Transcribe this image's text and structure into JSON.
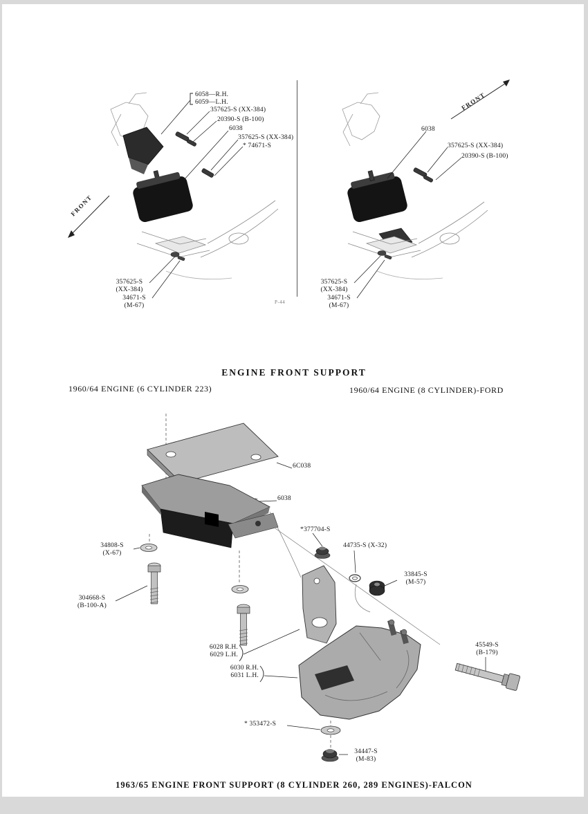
{
  "captions": {
    "title": "ENGINE FRONT SUPPORT",
    "six_cyl": "1960/64 ENGINE (6 CYLINDER 223)",
    "eight_cyl": "1960/64 ENGINE (8 CYLINDER)-FORD",
    "falcon": "1963/65 ENGINE FRONT SUPPORT (8 CYLINDER 260, 289 ENGINES)-FALCON"
  },
  "page_ref": "P-44",
  "six_cyl": {
    "front_label": "FRONT",
    "callouts": {
      "bracket_pair": "6058—R.H.\n6059—L.H.",
      "bolt_upper": "357625-S (XX-384)",
      "washer_upper": "20390-S (B-100)",
      "insulator": "6038",
      "bolt_mid": "357625-S (XX-384)",
      "nut_mid": "* 74671-S",
      "bolt_lower": "357625-S\n(XX-384)",
      "nut_lower": "34671-S\n(M-67)"
    }
  },
  "eight_cyl": {
    "front_label": "FRONT",
    "callouts": {
      "insulator": "6038",
      "bolt_upper": "357625-S (XX-384)",
      "washer_upper": "20390-S (B-100)",
      "bolt_lower": "357625-S\n(XX-384)",
      "nut_lower": "34671-S\n(M-67)"
    }
  },
  "falcon": {
    "callouts": {
      "cover_plate": "6C038",
      "insulator": "6038",
      "nut_center": "*377704-S",
      "washer_center": "44735-S (X-32)",
      "nut_side": "33845-S\n(M-57)",
      "washer_left": "34808-S\n(X-67)",
      "bolt_left": "304668-S\n(B-100-A)",
      "bracket_pair": "6028 R.H.\n6029 L.H.",
      "support_pair": "6030 R.H.\n6031 L.H.",
      "bolt_right": "45549-S\n(B-179)",
      "washer_bottom": "* 353472-S",
      "nut_bottom": "34447-S\n(M-83)"
    }
  }
}
